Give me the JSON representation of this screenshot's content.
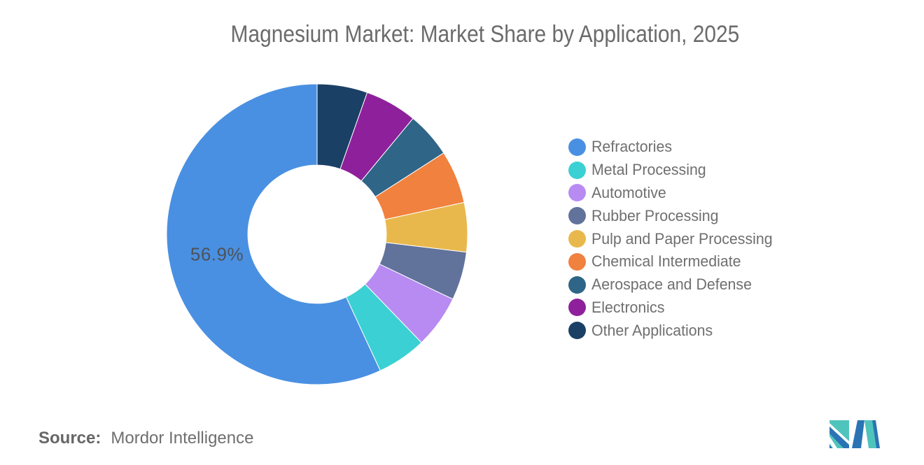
{
  "page": {
    "background": "#FFFFFF",
    "source": {
      "label": "Source:",
      "value": "Mordor Intelligence"
    },
    "logo": {
      "name": "mordor-intelligence-logo",
      "teal": "#4FC4BC",
      "blue": "#2B74B4"
    }
  },
  "chart_data": {
    "type": "pie",
    "subtype": "donut",
    "title": "Magnesium Market: Market Share by Application, 2025",
    "title_color": "#6B6B6B",
    "legend_position": "right",
    "direction": "counterclockwise",
    "start_angle_deg": 0,
    "inner_radius_ratio": 0.46,
    "series": [
      {
        "label": "Refractories",
        "value": 56.9,
        "color": "#4A90E2",
        "data_label": "56.9%"
      },
      {
        "label": "Metal Processing",
        "value": 5.3,
        "color": "#3BD0D3",
        "data_label": ""
      },
      {
        "label": "Automotive",
        "value": 5.7,
        "color": "#B78BF2",
        "data_label": ""
      },
      {
        "label": "Rubber Processing",
        "value": 5.2,
        "color": "#61729B",
        "data_label": ""
      },
      {
        "label": "Pulp and Paper Processing",
        "value": 5.3,
        "color": "#E9B84C",
        "data_label": ""
      },
      {
        "label": "Chemical Intermediate",
        "value": 5.7,
        "color": "#F0813E",
        "data_label": ""
      },
      {
        "label": "Aerospace and Defense",
        "value": 4.9,
        "color": "#2F6587",
        "data_label": ""
      },
      {
        "label": "Electronics",
        "value": 5.6,
        "color": "#8E219B",
        "data_label": ""
      },
      {
        "label": "Other Applications",
        "value": 5.4,
        "color": "#1B4065",
        "data_label": ""
      }
    ]
  }
}
